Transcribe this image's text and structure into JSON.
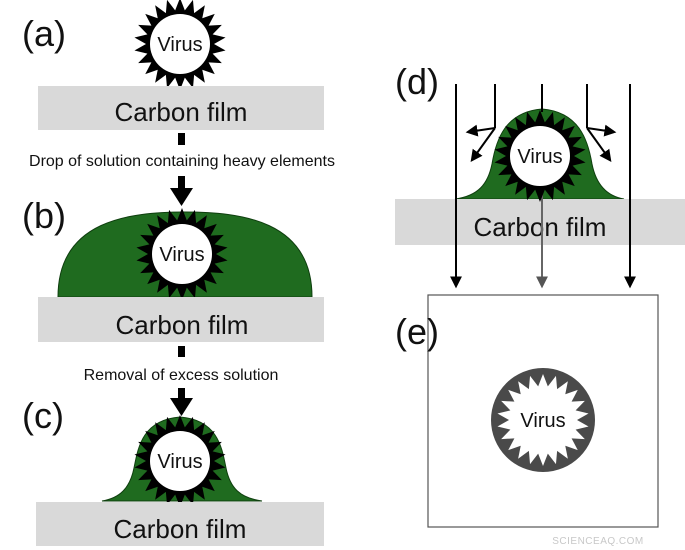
{
  "panels": {
    "a": "(a)",
    "b": "(b)",
    "c": "(c)",
    "d": "(d)",
    "e": "(e)"
  },
  "virus_label": "Virus",
  "carbon_film_label": "Carbon film",
  "steps": {
    "drop": "Drop of solution containing heavy elements",
    "removal": "Removal of excess solution"
  },
  "watermark": "SCIENCEAQ.COM",
  "colors": {
    "stain": "#1f6b1f",
    "film": "#d9d9d9",
    "spike": "#000000",
    "shell": "#4a4a4a"
  }
}
